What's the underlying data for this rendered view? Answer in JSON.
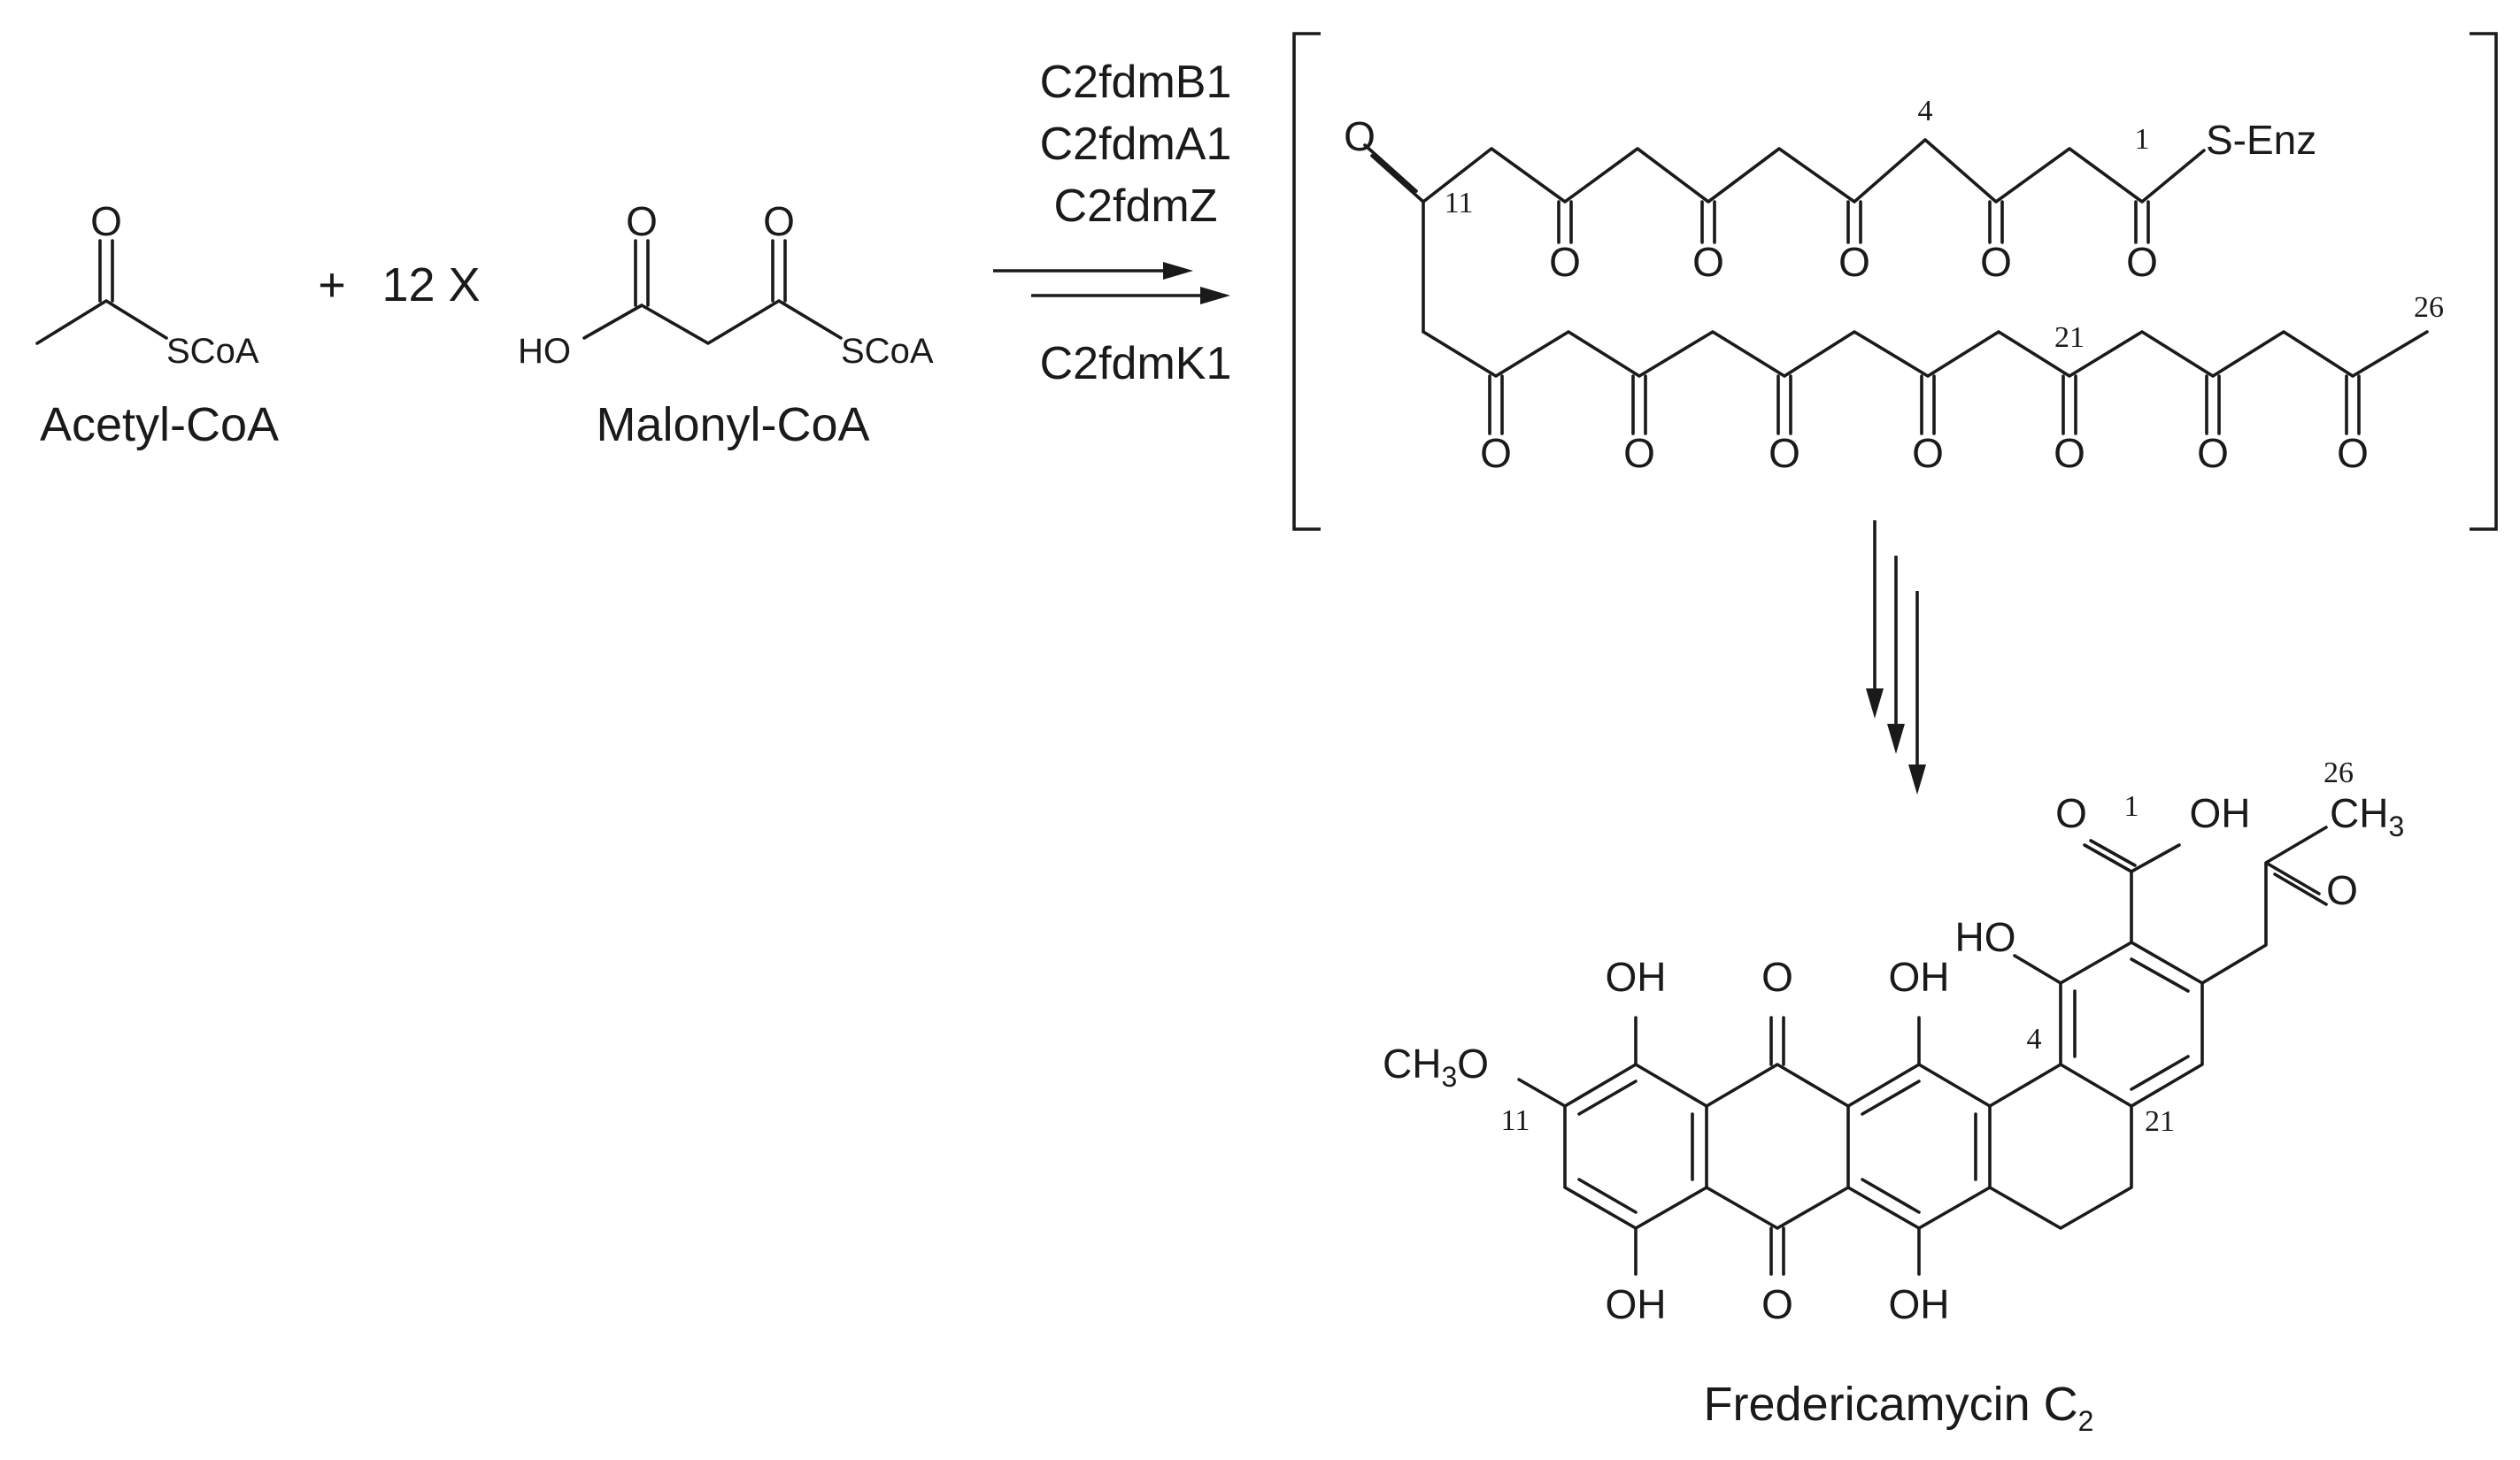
{
  "reactants": {
    "acetyl_coa": {
      "name": "Acetyl-CoA",
      "scoa": "SCoA",
      "oxygen": "O"
    },
    "plus": "+",
    "multiplier": "12 X",
    "malonyl_coa": {
      "name": "Malonyl-CoA",
      "scoa": "SCoA",
      "ho": "HO",
      "oxygen": "O"
    }
  },
  "enzymes": [
    "C2fdmB1",
    "C2fdmA1",
    "C2fdmZ",
    "C2fdmK1"
  ],
  "intermediate": {
    "thioester": "S-Enz",
    "oxygen": "O",
    "positions": {
      "c1": "1",
      "c4": "4",
      "c11": "11",
      "c21": "21",
      "c26": "26"
    }
  },
  "product": {
    "name": "Fredericamycin C",
    "name_subscript": "2",
    "groups": {
      "oh": "OH",
      "ho": "HO",
      "oxygen": "O",
      "ch3": "CH",
      "ch3_subscript": "3",
      "ch3o": "CH",
      "ch3o_subscript": "3",
      "ch3o_tail": "O"
    },
    "positions": {
      "c1": "1",
      "c4": "4",
      "c11": "11",
      "c21": "21",
      "c26": "26"
    }
  }
}
